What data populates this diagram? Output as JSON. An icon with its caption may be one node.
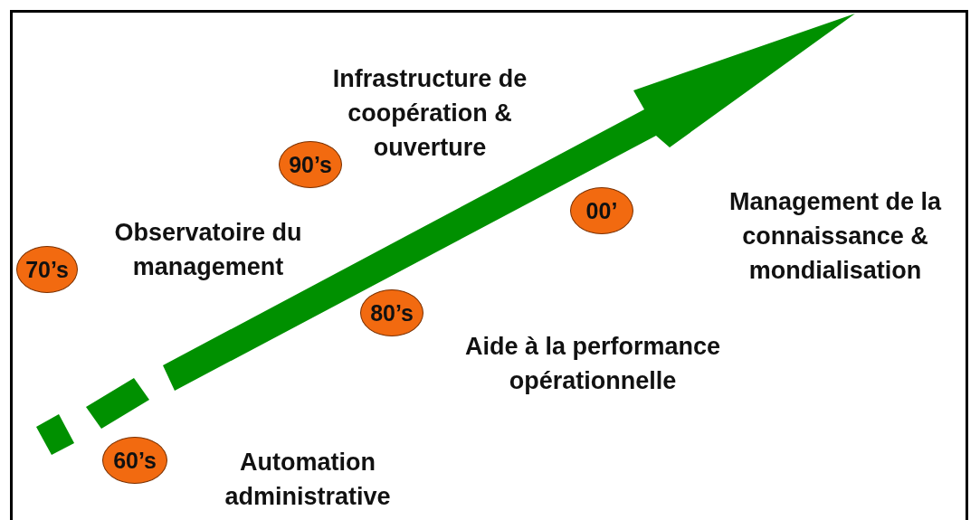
{
  "diagram": {
    "nodes": [
      {
        "text": [
          "60’s"
        ],
        "beside": [
          "Automation administrative"
        ]
      },
      {
        "text": [
          "70’s"
        ],
        "beside": [
          "Observatoire du management"
        ]
      },
      {
        "text": [
          "80’s"
        ],
        "beside": [
          "Aide à la performance opérationnelle"
        ]
      },
      {
        "text": [
          "90’s"
        ],
        "beside": [
          "Infrastructure de coopération & ouverture"
        ]
      },
      {
        "text": [
          "00’"
        ]
      }
    ],
    "labels": [
      "Management de la connaissance & mondialisation"
    ]
  }
}
